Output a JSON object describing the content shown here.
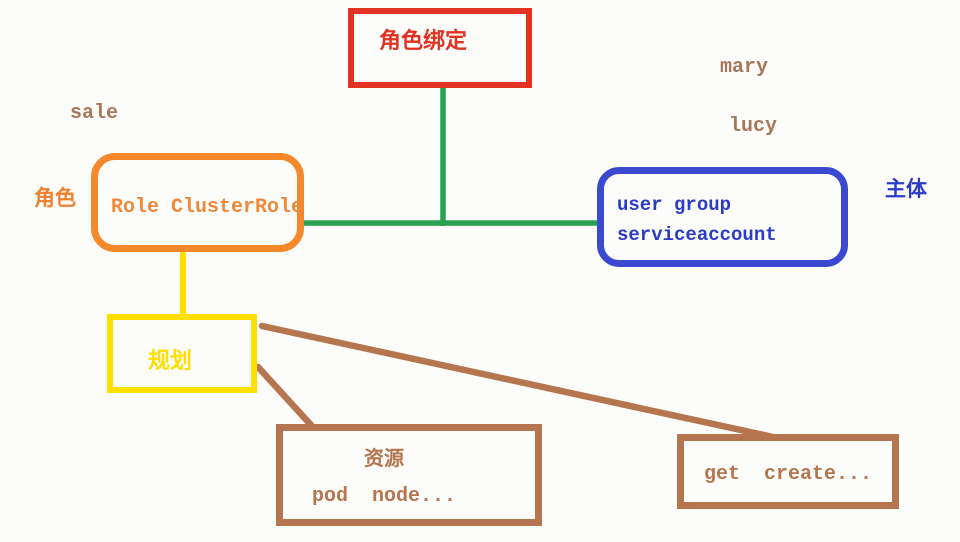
{
  "diagram": {
    "nodes": {
      "role_binding": {
        "label": "角色绑定"
      },
      "role": {
        "label": "Role ClusterRole"
      },
      "subject": {
        "line1": "user group",
        "line2": "serviceaccount"
      },
      "rules": {
        "label": "规划"
      },
      "resources": {
        "line1": "资源",
        "line2": "pod  node..."
      },
      "verbs": {
        "label": "get  create..."
      }
    },
    "labels": {
      "sale": "sale",
      "mary": "mary",
      "lucy": "lucy",
      "role": "角色",
      "subject": "主体"
    },
    "colors": {
      "red": "#e23222",
      "orange": "#f5882b",
      "blue": "#3a49cf",
      "green": "#2aa052",
      "yellow": "#ffdf00",
      "brown": "#b5754f"
    }
  }
}
